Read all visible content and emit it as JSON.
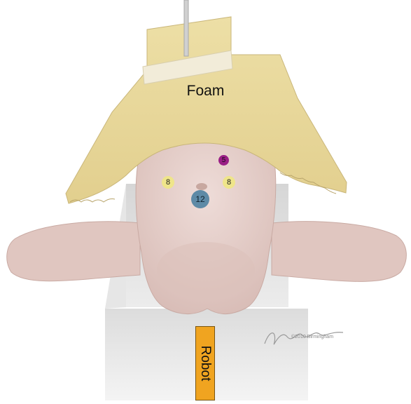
{
  "labels": {
    "foam": "Foam",
    "robot": "Robot"
  },
  "ports": [
    {
      "id": "port-5",
      "label": "5",
      "color": "#9a1f86"
    },
    {
      "id": "port-8-left",
      "label": "8",
      "color": "#efe58a"
    },
    {
      "id": "port-8-right",
      "label": "8",
      "color": "#efe58a"
    },
    {
      "id": "port-12",
      "label": "12",
      "color": "#5e8aa6"
    }
  ],
  "signature": {
    "name": "Birmingham",
    "credit": "©2010 Birmingham"
  },
  "colors": {
    "foam": "#e9d89c",
    "skin": "#e6cfcb",
    "table": "#e4e4e4",
    "robot": "#f0a420"
  }
}
